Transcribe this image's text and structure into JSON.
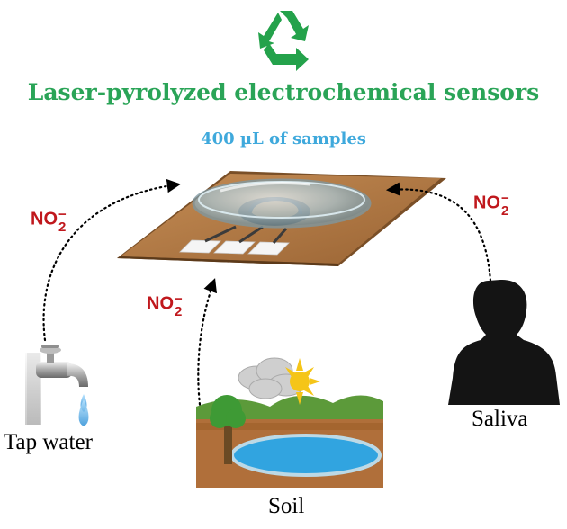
{
  "title": "Laser-pyrolyzed electrochemical sensors",
  "subtitle": "400 µL of samples",
  "sources": {
    "tap_water": "Tap water",
    "soil": "Soil",
    "saliva": "Saliva"
  },
  "analyte": {
    "formula": "NO",
    "charge": "−",
    "subscript": "2"
  },
  "colors": {
    "title": "#2aa457",
    "subtitle": "#3fa9dc",
    "analyte": "#c0181d",
    "substrate": "#b07840"
  },
  "icons": {
    "top": "recycle-icon",
    "tap_water": "faucet-icon",
    "soil": "landscape-icon",
    "saliva": "person-silhouette-icon"
  }
}
